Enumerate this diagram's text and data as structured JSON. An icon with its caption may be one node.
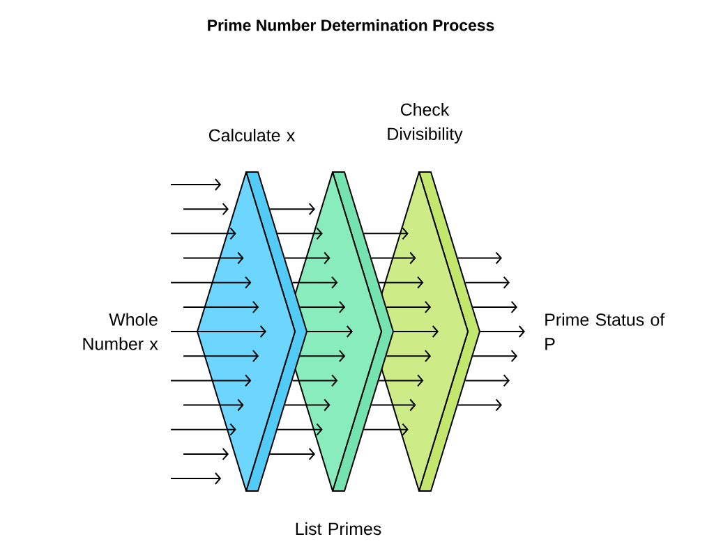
{
  "diagram": {
    "title": "Prime Number Determination Process",
    "nodes": [
      {
        "text": [
          "Whole Number x"
        ]
      },
      {
        "text": [
          "Calculate x"
        ]
      },
      {
        "text": [
          "List Primes"
        ]
      },
      {
        "text": [
          "Check Divisibility"
        ]
      },
      {
        "text": [
          "Prime Status of P"
        ]
      }
    ],
    "edges": [
      {
        "from": null,
        "to": 1,
        "arrow": "to"
      },
      {
        "from": null,
        "to": 1,
        "arrow": "to"
      },
      {
        "from": null,
        "to": 1,
        "arrow": "to"
      },
      {
        "from": null,
        "to": 1,
        "arrow": "to"
      },
      {
        "from": null,
        "to": 1,
        "arrow": "to"
      },
      {
        "from": 0,
        "to": 1,
        "arrow": "to"
      },
      {
        "from": null,
        "to": 1,
        "arrow": "to"
      },
      {
        "from": null,
        "to": 1,
        "arrow": "to"
      },
      {
        "from": null,
        "to": 1,
        "arrow": "to"
      },
      {
        "from": null,
        "to": 1,
        "arrow": "to"
      },
      {
        "from": null,
        "to": 1,
        "arrow": "to"
      },
      {
        "from": 1,
        "to": 2,
        "arrow": "to"
      },
      {
        "from": 1,
        "to": 2,
        "arrow": "to"
      },
      {
        "from": 1,
        "to": 2,
        "arrow": "to"
      },
      {
        "from": 1,
        "to": 2,
        "arrow": "to"
      },
      {
        "from": 1,
        "to": 2,
        "arrow": "to"
      },
      {
        "from": 1,
        "to": 2,
        "arrow": "to"
      },
      {
        "from": 1,
        "to": 2,
        "arrow": "to"
      },
      {
        "from": 1,
        "to": 2,
        "arrow": "to"
      },
      {
        "from": 1,
        "to": 2,
        "arrow": "to"
      },
      {
        "from": 1,
        "to": 2,
        "arrow": "to"
      },
      {
        "from": 1,
        "to": 2,
        "arrow": "to"
      },
      {
        "from": 2,
        "to": 3,
        "arrow": "to"
      },
      {
        "from": 2,
        "to": 3,
        "arrow": "to"
      },
      {
        "from": 2,
        "to": 3,
        "arrow": "to"
      },
      {
        "from": 2,
        "to": 3,
        "arrow": "to"
      },
      {
        "from": 2,
        "to": 3,
        "arrow": "to"
      },
      {
        "from": 2,
        "to": 3,
        "arrow": "to"
      },
      {
        "from": 2,
        "to": 3,
        "arrow": "to"
      },
      {
        "from": 2,
        "to": 3,
        "arrow": "to"
      },
      {
        "from": 2,
        "to": 3,
        "arrow": "to"
      },
      {
        "from": 3,
        "to": null,
        "arrow": "to"
      },
      {
        "from": 3,
        "to": null,
        "arrow": "to"
      },
      {
        "from": 3,
        "to": null,
        "arrow": "to"
      },
      {
        "from": 3,
        "to": 4,
        "arrow": "to"
      },
      {
        "from": 3,
        "to": null,
        "arrow": "to"
      },
      {
        "from": 3,
        "to": null,
        "arrow": "to"
      },
      {
        "from": 3,
        "to": null,
        "arrow": "to"
      }
    ]
  }
}
